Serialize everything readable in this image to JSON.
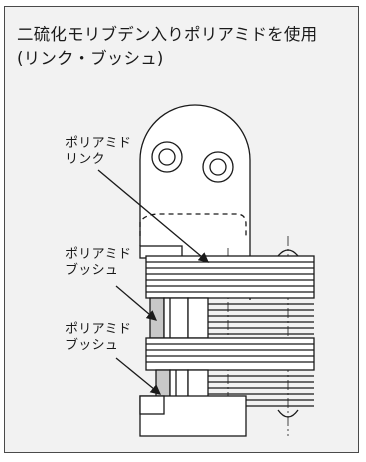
{
  "title": {
    "line1": "二硫化モリブデン入りポリアミドを使用",
    "line2": "(リンク・ブッシュ)"
  },
  "labels": {
    "link": {
      "line1": "ポリアミド",
      "line2": "リンク"
    },
    "bushing_upper": {
      "line1": "ポリアミド",
      "line2": "ブッシュ"
    },
    "bushing_lower": {
      "line1": "ポリアミド",
      "line2": "ブッシュ"
    }
  },
  "colors": {
    "panel_bg": "#f2f2f2",
    "line": "#1a1a1a",
    "bushing_fill": "#c8c8c8"
  }
}
